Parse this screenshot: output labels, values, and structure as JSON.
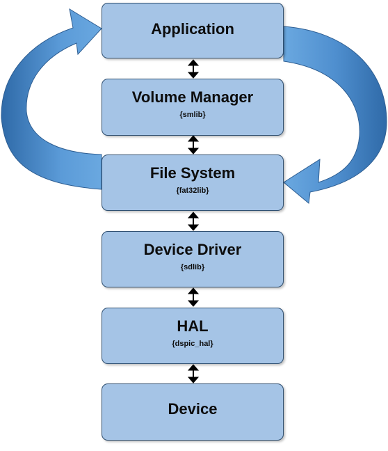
{
  "diagram": {
    "layers": [
      {
        "title": "Application",
        "subtitle": ""
      },
      {
        "title": "Volume Manager",
        "subtitle": "{smlib}"
      },
      {
        "title": "File System",
        "subtitle": "{fat32lib}"
      },
      {
        "title": "Device Driver",
        "subtitle": "{sdlib}"
      },
      {
        "title": "HAL",
        "subtitle": "{dspic_hal}"
      },
      {
        "title": "Device",
        "subtitle": ""
      }
    ],
    "connectors": "bidirectional",
    "colors": {
      "box_fill": "#a5c4e6",
      "box_border": "#2f4f70",
      "curved_arrow": "#4f8fcf",
      "connector": "#000000"
    }
  }
}
